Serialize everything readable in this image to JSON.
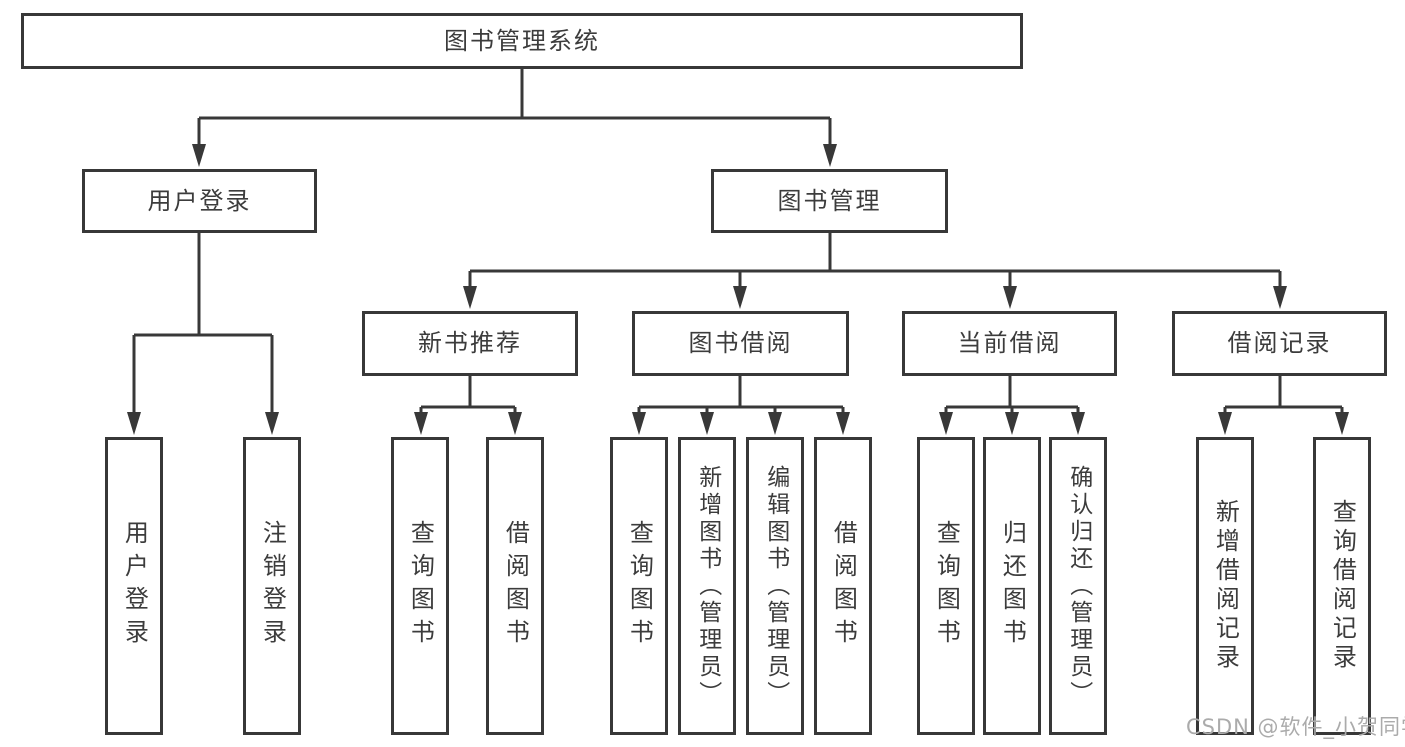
{
  "diagram": {
    "root_label": "图书管理系统",
    "level2": {
      "login": "用户登录",
      "manage": "图书管理"
    },
    "level3": {
      "newbook": "新书推荐",
      "borrow": "图书借阅",
      "current": "当前借阅",
      "records": "借阅记录"
    },
    "leaves": {
      "login": [
        "用户登录",
        "注销登录"
      ],
      "newbook": [
        "查询图书",
        "借阅图书"
      ],
      "borrow": [
        "查询图书",
        "新增图书（管理员）",
        "编辑图书（管理员）",
        "借阅图书"
      ],
      "current": [
        "查询图书",
        "归还图书",
        "确认归还（管理员）"
      ],
      "records": [
        "新增借阅记录",
        "查询借阅记录"
      ]
    }
  },
  "watermark": {
    "text": "CSDN @软件_小贺同学",
    "color": "#ababab"
  },
  "colors": {
    "line": "#383838",
    "text": "#3c3c3c",
    "background": "#ffffff"
  }
}
